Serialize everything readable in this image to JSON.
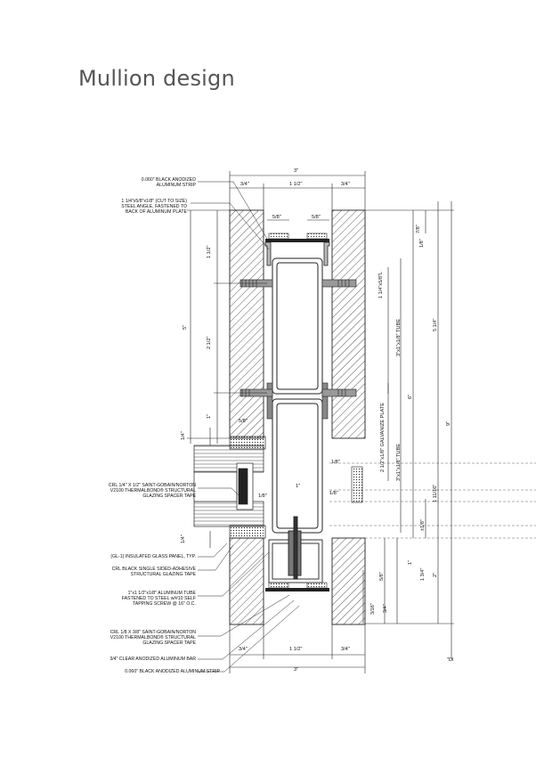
{
  "title": "Mullion design",
  "dimensions": {
    "top_overall": "3\"",
    "top_left": "3/4\"",
    "top_mid": "1 1/2\"",
    "top_right": "3/4\"",
    "bottom_left": "3/4\"",
    "bottom_mid": "1 1/2\"",
    "bottom_right": "3/4\"",
    "bottom_overall": "3\"",
    "gap_left": "5/8\"",
    "gap_right": "5/8\"",
    "gap_lower": "5/8\"",
    "one_inch": "1\"",
    "eighth_a": "1/8\"",
    "eighth_b": "1/8\"",
    "eighth_c": "1/8\"",
    "left_top": "1 1/2\"",
    "left_mid": "2 1/2\"",
    "left_low": "1\"",
    "left_overall": "5\"",
    "left_quarter": "1/4\"",
    "left_quarter_b": "1/4\"",
    "r_seven_eighths": "7/8\"",
    "r_angle": "1 1/4\"x5/8\"L",
    "r_tube_top": "3\"x1\"x1/8\" TUBE",
    "r_plate": "2 1/2\"x1/8\" GALVANIZE PLATE",
    "r_tube_low": "3\"x1\"x1/8\" TUBE",
    "r_six": "6\"",
    "r_five_q": "5 1/4\"",
    "r_nine": "9\"",
    "r_one_eleven": "1 11/16\"",
    "r_one_eighth": "1/8\"",
    "r_sixteenth": "±1/8\"",
    "r_one_b": "1\"",
    "r_one_three_q": "1 3/4\"",
    "r_two": "2\"",
    "r_three_sixteenths": "3/16\"",
    "r_three_quarter": "3/4\"",
    "r_five_eighth": "5/8\"",
    "corner_note": "\"DI"
  },
  "callouts": [
    "0.060\" BLACK ANODIZED\nALUMINUM STRIP",
    "1 1/4\"x5/8\"x1/8\" (CUT TO SIZE)\nSTEEL ANGLE, FASTENED TO\nBACK OF ALUMINUM PLATE",
    "CRL 1/4\" X 1/2\" SAINT-GOBAIN/NORTON\nV2100 THERMALBOND® STRUCTURAL\nGLAZING SPACER TAPE",
    "(GL-1) INSULATED GLASS PANEL, TYP.",
    "CRL BLACK SINGLE SIDED-ADHESIVE\nSTRUCTURAL GLAZING TAPE",
    "1\"x1 1/2\"x1/8\" ALUMINUM TUBE\nFASTENED TO STEEL w/#10 SELF\nTAPPING SCREW @ 16\" O.C.",
    "CRL 1/8 X 3/8\" SAINT-GOBAIN/NORTON\nV2100 THERMALBOND® STRUCTURAL\nGLAZING SPACER TAPE",
    "3/4\" CLEAR ANODIZED ALUMINUM BAR",
    "0.060\" BLACK ANODIZED ALUMINUM STRIP"
  ]
}
